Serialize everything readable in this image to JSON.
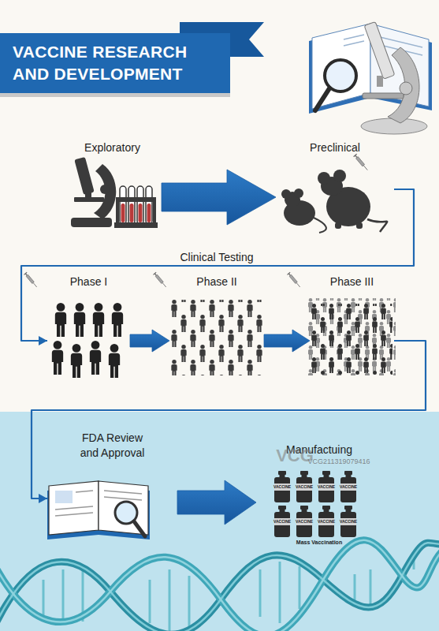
{
  "diagram": {
    "title": "VACCINE RESEARCH AND DEVELOPMENT",
    "nodes": [
      {
        "text": [
          "Exploratory"
        ]
      },
      {
        "text": [
          "Preclinical"
        ]
      },
      {
        "text": [
          "Phase I"
        ]
      },
      {
        "text": [
          "Phase II"
        ]
      },
      {
        "text": [
          "Phase III"
        ]
      },
      {
        "text": [
          "FDA Review and Approval"
        ]
      },
      {
        "text": [
          "Manufactuing",
          "Mass Vaccination"
        ]
      }
    ],
    "edges": [
      {
        "from": 0,
        "to": 1,
        "arrow": "to"
      },
      {
        "from": 1,
        "to": 2,
        "label": "Clinical Testing",
        "arrow": "to"
      },
      {
        "from": 2,
        "to": 3,
        "arrow": "to"
      },
      {
        "from": 3,
        "to": 4,
        "arrow": "to"
      },
      {
        "from": 4,
        "to": 5,
        "arrow": "to"
      },
      {
        "from": 5,
        "to": 6,
        "arrow": "to"
      }
    ],
    "labels": [
      "VACCINE",
      "VACCINE",
      "VACCINE",
      "VACCINE",
      "VACCINE",
      "VACCINE",
      "VACCINE",
      "VACCINE",
      "VCG",
      "VCG211319079416"
    ]
  }
}
